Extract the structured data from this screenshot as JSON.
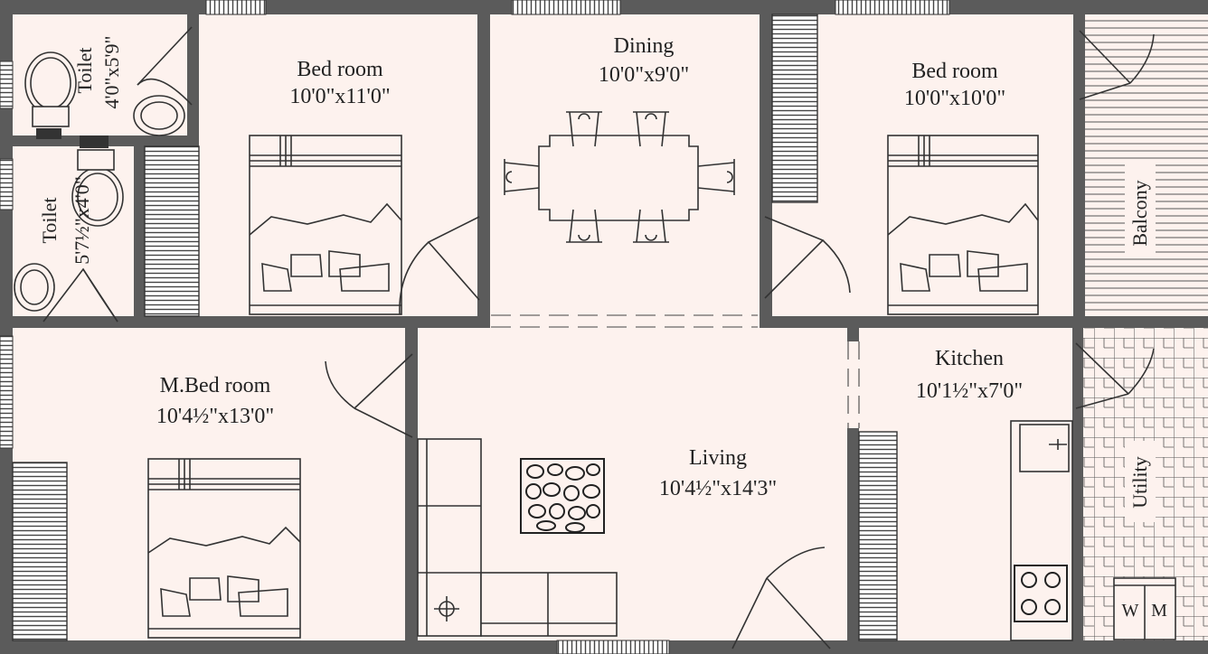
{
  "colors": {
    "wall": "#5b5b5b",
    "floor": "#fdf2ee",
    "line": "#333333",
    "balcony_floor": "#f2dfd9"
  },
  "rooms": {
    "toilet_top": {
      "name": "Toilet",
      "dims": "4'0\"x5'9\""
    },
    "toilet_left": {
      "name": "Toilet",
      "dims": "5'7½\"x4'0\""
    },
    "bedroom_1": {
      "name": "Bed room",
      "dims": "10'0\"x11'0\""
    },
    "dining": {
      "name": "Dining",
      "dims": "10'0\"x9'0\""
    },
    "bedroom_2": {
      "name": "Bed room",
      "dims": "10'0\"x10'0\""
    },
    "balcony": {
      "name": "Balcony"
    },
    "master_bedroom": {
      "name": "M.Bed room",
      "dims": "10'4½\"x13'0\""
    },
    "living": {
      "name": "Living",
      "dims": "10'4½\"x14'3\""
    },
    "kitchen": {
      "name": "Kitchen",
      "dims": "10'1½\"x7'0\""
    },
    "utility": {
      "name": "Utility"
    }
  },
  "fixtures": {
    "washing_machine_w": "W",
    "washing_machine_m": "M"
  }
}
